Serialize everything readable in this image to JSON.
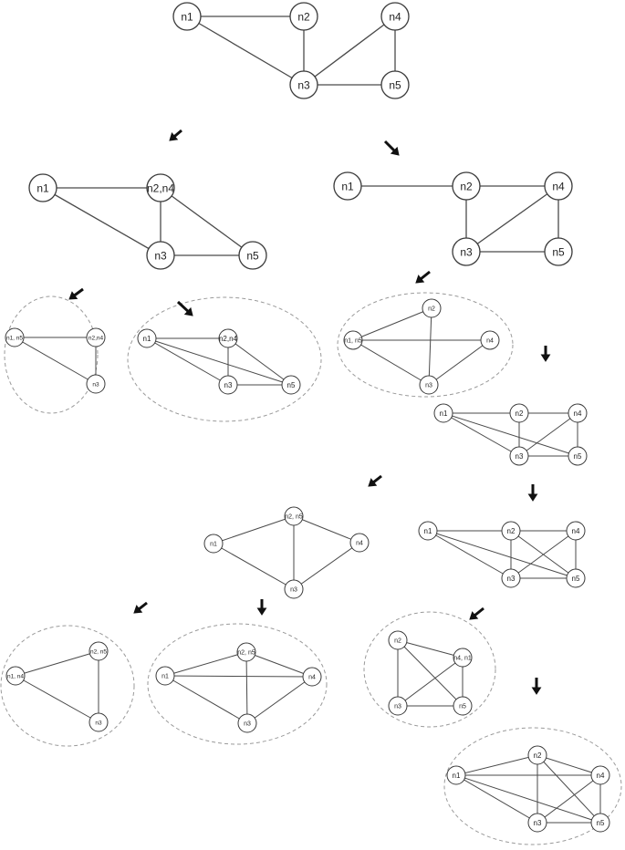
{
  "graphs": [
    {
      "id": "root",
      "nodes": [
        {
          "id": "n1",
          "label": "n1"
        },
        {
          "id": "n2",
          "label": "n2"
        },
        {
          "id": "n3",
          "label": "n3"
        },
        {
          "id": "n4",
          "label": "n4"
        },
        {
          "id": "n5",
          "label": "n5"
        }
      ],
      "edges": [
        [
          "n1",
          "n2"
        ],
        [
          "n1",
          "n3"
        ],
        [
          "n2",
          "n3"
        ],
        [
          "n3",
          "n4"
        ],
        [
          "n3",
          "n5"
        ],
        [
          "n4",
          "n5"
        ]
      ]
    },
    {
      "id": "contract-n2-n4",
      "nodes": [
        {
          "id": "n1",
          "label": "n1"
        },
        {
          "id": "n24",
          "label": "n2,n4"
        },
        {
          "id": "n3",
          "label": "n3"
        },
        {
          "id": "n5",
          "label": "n5"
        }
      ],
      "edges": [
        [
          "n1",
          "n24"
        ],
        [
          "n1",
          "n3"
        ],
        [
          "n24",
          "n3"
        ],
        [
          "n24",
          "n5"
        ],
        [
          "n3",
          "n5"
        ]
      ]
    },
    {
      "id": "add-n2-n4",
      "nodes": [
        {
          "id": "n1",
          "label": "n1"
        },
        {
          "id": "n2",
          "label": "n2"
        },
        {
          "id": "n3",
          "label": "n3"
        },
        {
          "id": "n4",
          "label": "n4"
        },
        {
          "id": "n5",
          "label": "n5"
        }
      ],
      "edges": [
        [
          "n1",
          "n2"
        ],
        [
          "n2",
          "n4"
        ],
        [
          "n2",
          "n3"
        ],
        [
          "n3",
          "n4"
        ],
        [
          "n4",
          "n5"
        ],
        [
          "n3",
          "n5"
        ]
      ]
    },
    {
      "id": "leaf-a",
      "nodes": [
        {
          "id": "n15",
          "label": "n1, n5"
        },
        {
          "id": "n24",
          "label": "n2,n4"
        },
        {
          "id": "n3",
          "label": "n3"
        }
      ],
      "edges": [
        [
          "n15",
          "n24"
        ],
        [
          "n15",
          "n3"
        ],
        [
          "n24",
          "n3"
        ]
      ]
    },
    {
      "id": "leaf-b",
      "nodes": [
        {
          "id": "n1",
          "label": "n1"
        },
        {
          "id": "n24",
          "label": "n2,n4"
        },
        {
          "id": "n3",
          "label": "n3"
        },
        {
          "id": "n5",
          "label": "n5"
        }
      ],
      "edges": [
        [
          "n1",
          "n24"
        ],
        [
          "n1",
          "n3"
        ],
        [
          "n1",
          "n5"
        ],
        [
          "n24",
          "n3"
        ],
        [
          "n24",
          "n5"
        ],
        [
          "n3",
          "n5"
        ]
      ]
    },
    {
      "id": "leaf-c",
      "nodes": [
        {
          "id": "n2",
          "label": "n2"
        },
        {
          "id": "n15",
          "label": "n1, n5"
        },
        {
          "id": "n4",
          "label": "n4"
        },
        {
          "id": "n3",
          "label": "n3"
        }
      ],
      "edges": [
        [
          "n2",
          "n15"
        ],
        [
          "n2",
          "n3"
        ],
        [
          "n15",
          "n4"
        ],
        [
          "n15",
          "n3"
        ],
        [
          "n4",
          "n3"
        ]
      ]
    },
    {
      "id": "add-n1-n5",
      "nodes": [
        {
          "id": "n1",
          "label": "n1"
        },
        {
          "id": "n2",
          "label": "n2"
        },
        {
          "id": "n4",
          "label": "n4"
        },
        {
          "id": "n3",
          "label": "n3"
        },
        {
          "id": "n5",
          "label": "n5"
        }
      ],
      "edges": [
        [
          "n1",
          "n2"
        ],
        [
          "n1",
          "n3"
        ],
        [
          "n1",
          "n5"
        ],
        [
          "n2",
          "n4"
        ],
        [
          "n2",
          "n3"
        ],
        [
          "n4",
          "n3"
        ],
        [
          "n4",
          "n5"
        ],
        [
          "n3",
          "n5"
        ]
      ]
    },
    {
      "id": "contract-n2-n5",
      "nodes": [
        {
          "id": "n1",
          "label": "n1"
        },
        {
          "id": "n25",
          "label": "n2, n5"
        },
        {
          "id": "n4",
          "label": "n4"
        },
        {
          "id": "n3",
          "label": "n3"
        }
      ],
      "edges": [
        [
          "n1",
          "n25"
        ],
        [
          "n1",
          "n3"
        ],
        [
          "n25",
          "n4"
        ],
        [
          "n25",
          "n3"
        ],
        [
          "n4",
          "n3"
        ]
      ]
    },
    {
      "id": "add-n2-n5",
      "nodes": [
        {
          "id": "n1",
          "label": "n1"
        },
        {
          "id": "n2",
          "label": "n2"
        },
        {
          "id": "n4",
          "label": "n4"
        },
        {
          "id": "n3",
          "label": "n3"
        },
        {
          "id": "n5",
          "label": "n5"
        }
      ],
      "edges": [
        [
          "n1",
          "n2"
        ],
        [
          "n1",
          "n3"
        ],
        [
          "n1",
          "n5"
        ],
        [
          "n2",
          "n4"
        ],
        [
          "n2",
          "n3"
        ],
        [
          "n2",
          "n5"
        ],
        [
          "n4",
          "n3"
        ],
        [
          "n4",
          "n5"
        ],
        [
          "n3",
          "n5"
        ]
      ]
    },
    {
      "id": "leaf-d",
      "nodes": [
        {
          "id": "n14",
          "label": "n1, n4"
        },
        {
          "id": "n25",
          "label": "n2, n5"
        },
        {
          "id": "n3",
          "label": "n3"
        }
      ],
      "edges": [
        [
          "n14",
          "n25"
        ],
        [
          "n14",
          "n3"
        ],
        [
          "n25",
          "n3"
        ]
      ]
    },
    {
      "id": "leaf-e",
      "nodes": [
        {
          "id": "n1",
          "label": "n1"
        },
        {
          "id": "n25",
          "label": "n2, n5"
        },
        {
          "id": "n4",
          "label": "n4"
        },
        {
          "id": "n3",
          "label": "n3"
        }
      ],
      "edges": [
        [
          "n1",
          "n25"
        ],
        [
          "n1",
          "n4"
        ],
        [
          "n1",
          "n3"
        ],
        [
          "n25",
          "n4"
        ],
        [
          "n25",
          "n3"
        ],
        [
          "n4",
          "n3"
        ]
      ]
    },
    {
      "id": "leaf-f",
      "nodes": [
        {
          "id": "n2",
          "label": "n2"
        },
        {
          "id": "n41",
          "label": "n4, n1"
        },
        {
          "id": "n3",
          "label": "n3"
        },
        {
          "id": "n5",
          "label": "n5"
        }
      ],
      "edges": [
        [
          "n2",
          "n41"
        ],
        [
          "n2",
          "n3"
        ],
        [
          "n2",
          "n5"
        ],
        [
          "n41",
          "n3"
        ],
        [
          "n41",
          "n5"
        ],
        [
          "n3",
          "n5"
        ]
      ]
    },
    {
      "id": "leaf-g",
      "nodes": [
        {
          "id": "n1",
          "label": "n1"
        },
        {
          "id": "n2",
          "label": "n2"
        },
        {
          "id": "n4",
          "label": "n4"
        },
        {
          "id": "n3",
          "label": "n3"
        },
        {
          "id": "n5",
          "label": "n5"
        }
      ],
      "edges": [
        [
          "n1",
          "n2"
        ],
        [
          "n1",
          "n4"
        ],
        [
          "n1",
          "n3"
        ],
        [
          "n1",
          "n5"
        ],
        [
          "n2",
          "n4"
        ],
        [
          "n2",
          "n3"
        ],
        [
          "n2",
          "n5"
        ],
        [
          "n4",
          "n3"
        ],
        [
          "n4",
          "n5"
        ],
        [
          "n3",
          "n5"
        ]
      ]
    }
  ]
}
